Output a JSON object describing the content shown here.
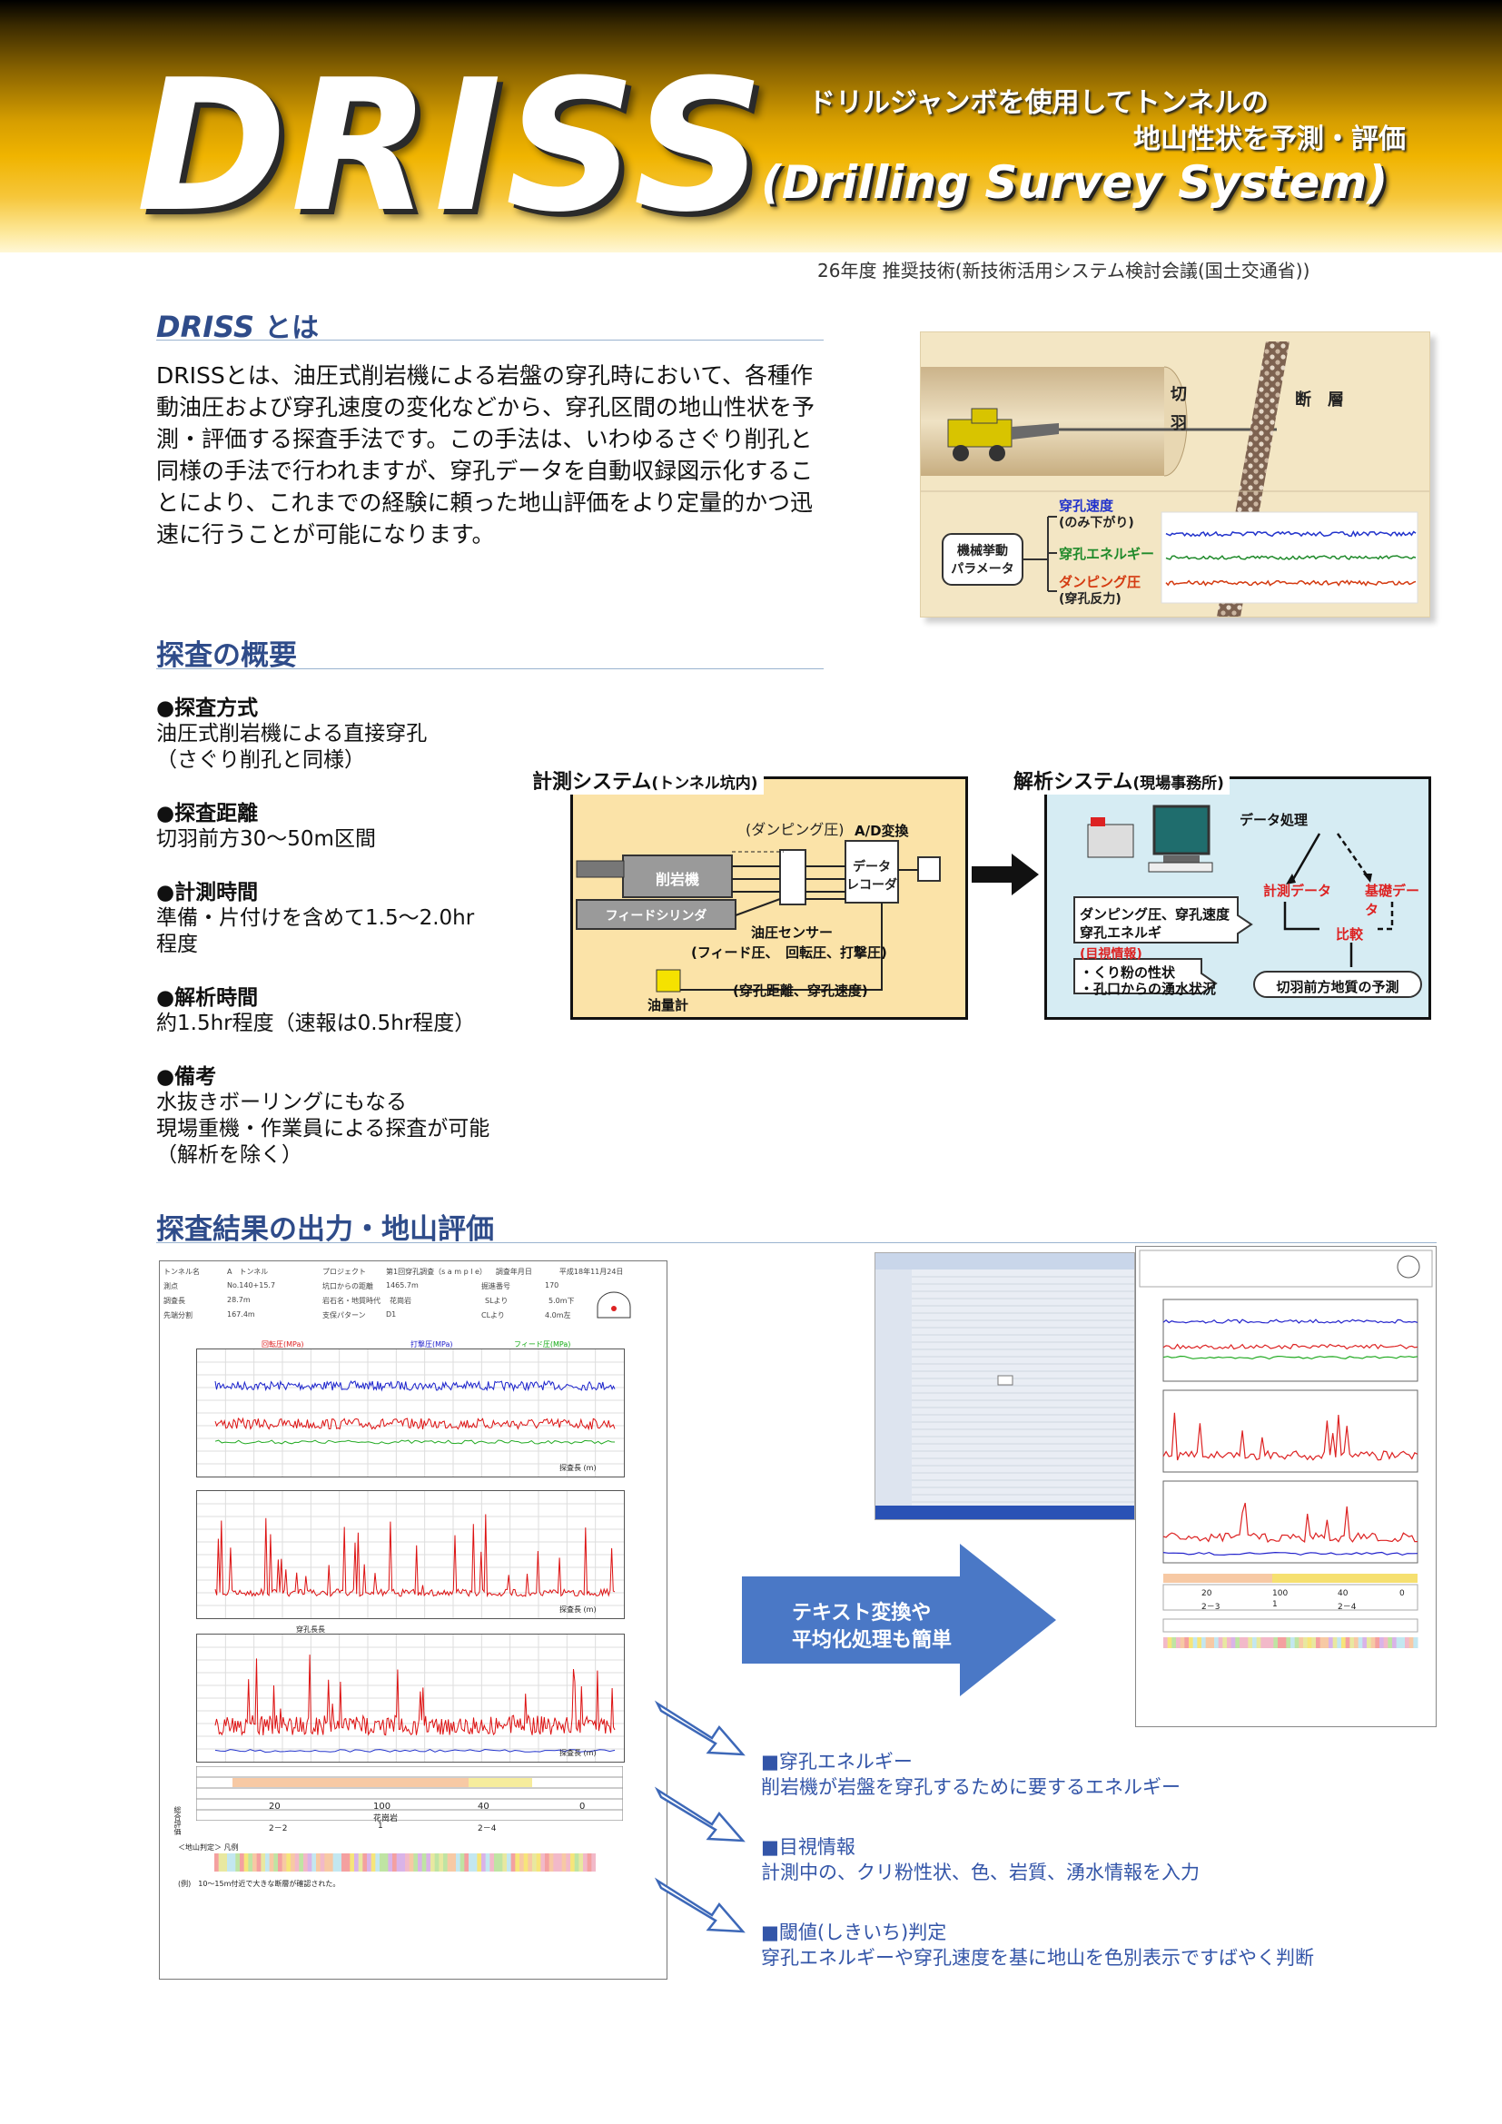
{
  "header": {
    "logo": "DRISS",
    "tagline_line1": "ドリルジャンボを使用してトンネルの",
    "tagline_line2": "地山性状を予測・評価",
    "full_name": "(Drilling Survey System)",
    "award": "26年度 推奨技術(新技術活用システム検討会議(国土交通省))"
  },
  "about": {
    "heading_logo": "DRISS",
    "heading_suffix": "とは",
    "paragraph": "DRISSとは、油圧式削岩機による岩盤の穿孔時において、各種作動油圧および穿孔速度の変化などから、穿孔区間の地山性状を予測・評価する探査手法です。この手法は、いわゆるさぐり削孔と同様の手法で行われますが、穿孔データを自動収録図示化することにより、これまでの経験に頼った地山評価をより定量的かつ迅速に行うことが可能になります。"
  },
  "tunnel_figure": {
    "face_label_1": "切",
    "face_label_2": "羽",
    "fault_label": "断　層",
    "param_box_1": "機械挙動",
    "param_box_2": "パラメータ",
    "row1_title": "穿孔速度",
    "row1_sub": "(のみ下がり)",
    "row2_title": "穿孔エネルギー",
    "row3_title": "ダンピング圧",
    "row3_sub": "(穿孔反力)",
    "colors": {
      "speed": "#2233cc",
      "energy": "#1f8a2a",
      "damping": "#d43a10"
    }
  },
  "overview": {
    "heading": "探査の概要",
    "items": [
      {
        "label": "●探査方式",
        "lines": [
          "油圧式削岩機による直接穿孔",
          "（さぐり削孔と同様）"
        ]
      },
      {
        "label": "●探査距離",
        "lines": [
          "切羽前方30～50m区間"
        ]
      },
      {
        "label": "●計測時間",
        "lines": [
          "準備・片付けを含めて1.5～2.0hr",
          "程度"
        ]
      },
      {
        "label": "●解析時間",
        "lines": [
          "約1.5hr程度（速報は0.5hr程度）"
        ]
      },
      {
        "label": "●備考",
        "lines": [
          "水抜きボーリングにもなる",
          "現場重機・作業員による探査が可能",
          "（解析を除く）"
        ]
      }
    ]
  },
  "system": {
    "meas_title": "計測システム",
    "meas_sub": "(トンネル坑内)",
    "damping": "(ダンピング圧)",
    "ad": "A/D変換",
    "drill": "削岩機",
    "recorder_1": "データ",
    "recorder_2": "レコーダ",
    "feed_cyl": "フィードシリンダ",
    "oil_sensor": "油圧センサー",
    "pressures": "(フィード圧、　回転圧、打撃圧)",
    "flowmeter": "油量計",
    "depth_speed": "(穿孔距離、穿孔速度)",
    "anal_title": "解析システム",
    "anal_sub": "(現場事務所)",
    "data_proc": "データ処理",
    "calc_1": "ダンピング圧、穿孔速度",
    "calc_2": "穿孔エネルギ",
    "meas_data": "計測データ",
    "base_data": "基礎データ",
    "compare": "比較",
    "visual_title": "(目視情報)",
    "visual_1": "・くり粉の性状",
    "visual_2": "・孔口からの湧水状況",
    "prediction": "切羽前方地質の予測"
  },
  "results": {
    "heading": "探査結果の出力・地山評価",
    "arrow_text_1": "テキスト変換や",
    "arrow_text_2": "平均化処理も簡単",
    "notes": [
      {
        "title": "■穿孔エネルギー",
        "body": "削岩機が岩盤を穿孔するために要するエネルギー"
      },
      {
        "title": "■目視情報",
        "body": "計測中の、クリ粉性状、色、岩質、湧水情報を入力"
      },
      {
        "title": "■閾値(しきいち)判定",
        "body": "穿孔エネルギーや穿孔速度を基に地山を色別表示ですばやく判断"
      }
    ]
  },
  "report": {
    "r1": [
      "トンネル名",
      "A　トンネル",
      "プロジェクト",
      "第1回穿孔調査（s a m p l e）",
      "調査年月日",
      "平成18年11月24日"
    ],
    "r2": [
      "測点",
      "No.140+15.7",
      "坑口からの距離",
      "1465.7m",
      "掘進番号",
      "170"
    ],
    "r3": [
      "調査長",
      "28.7m",
      "岩石名・地質時代",
      "花崗岩",
      "SLより",
      "5.0m下"
    ],
    "r4": [
      "先端分割",
      "167.4m",
      "支保パターン",
      "D1",
      "CLより",
      "4.0m左"
    ],
    "plot1_legend": [
      "回転圧(MPa)",
      "打撃圧(MPa)",
      "フィード圧(MPa)"
    ],
    "plot_xlabel": "探査長 (m)",
    "plot3_legend": "穿孔長長",
    "eval_values": [
      "20",
      "100",
      "40",
      "0"
    ],
    "eval_codes": [
      "2－2",
      "1",
      "2－4"
    ],
    "rock_name": "花崗岩",
    "judge_label": "＜地山判定＞ 凡例",
    "footnote": "(例)　10～15m付近で大きな断層が確認された。",
    "side_label": "総合評価",
    "codes2": [
      "20",
      "100",
      "40",
      "0"
    ],
    "codes2b": [
      "2－3",
      "1",
      "2－4"
    ]
  }
}
